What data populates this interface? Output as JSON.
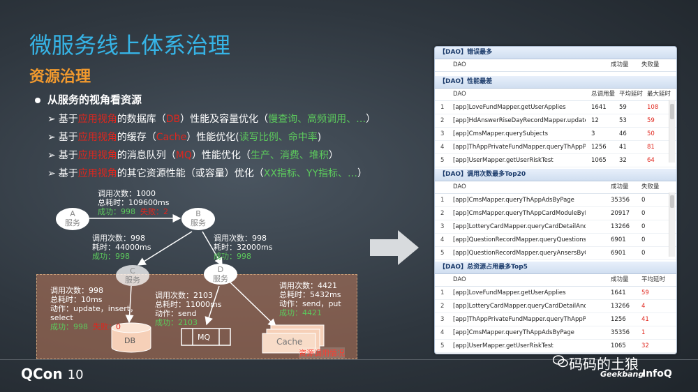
{
  "title": "微服务线上体系治理",
  "subtitle": "资源治理",
  "main_bullet": "从服务的视角看资源",
  "bullets": [
    {
      "a": "基于",
      "b": "应用视角",
      "c": "的数据库（",
      "d": "DB",
      "e": "）性能及容量优化（",
      "f": "慢查询、高频调用、…",
      "g": "）"
    },
    {
      "a": "基于",
      "b": "应用视角",
      "c": "的缓存（",
      "d": "Cache",
      "e": "）性能优化(",
      "f": "读写比例、命中率",
      "g": ")"
    },
    {
      "a": "基于",
      "b": "应用视角",
      "c": "的消息队列（",
      "d": "MQ",
      "e": "）性能优化（",
      "f": "生产、消费、堆积",
      "g": "）"
    },
    {
      "a": "基于",
      "b": "应用视角",
      "c": "的其它资源性能（或容量）优化（",
      "d": "",
      "e": "",
      "f": "XX指标、YY指标、…",
      "g": "）"
    }
  ],
  "diagram": {
    "nodeA": {
      "name": "A",
      "label": "服务"
    },
    "nodeB": {
      "name": "B",
      "label": "服务"
    },
    "nodeC": {
      "name": "C",
      "label": "服务"
    },
    "nodeD": {
      "name": "D",
      "label": "服务"
    },
    "ab": {
      "calls": "调用次数：1000",
      "time": "总耗时：109600ms",
      "ok": "成功：998",
      "fail": "失败：2"
    },
    "bc": {
      "calls": "调用次数：998",
      "time": "耗时：44000ms",
      "ok": "成功：998"
    },
    "bd": {
      "calls": "调用次数：998",
      "time": "耗时：32000ms",
      "ok": "成功：998"
    },
    "db": {
      "calls": "调用次数：998",
      "time": "总耗时：10ms",
      "action": "动作：update，insert，",
      "action2": "select",
      "ok": "成功：998",
      "fail": "失败：0",
      "label": "DB"
    },
    "mq": {
      "calls": "调用次数：2103",
      "time": "总耗时：11000ms",
      "action": "动作：send",
      "ok": "成功：2103",
      "label": "MQ"
    },
    "cache": {
      "calls": "调用次数：4421",
      "time": "总耗时：5432ms",
      "action": "动作：send，put",
      "ok": "成功：4421",
      "label": "Cache"
    },
    "res_label": "资源调用情况"
  },
  "panel": {
    "sec1": {
      "title": "【DAO】错误最多",
      "cols": [
        "DAO",
        "成功量",
        "失败量"
      ]
    },
    "sec2": {
      "title": "【DAO】性能最差",
      "cols": [
        "DAO",
        "总调用量",
        "平均延时",
        "最大延时"
      ],
      "rows": [
        [
          "1",
          "[app]LoveFundMapper.getUserApplies",
          "1641",
          "59",
          "108"
        ],
        [
          "2",
          "[app]HdAnswerRiseDayRecordMapper.updateH",
          "12",
          "53",
          "59"
        ],
        [
          "3",
          "[app]CmsMapper.querySubjects",
          "3",
          "46",
          "50"
        ],
        [
          "4",
          "[app]ThAppPrivateFundMapper.queryThAppPri",
          "1256",
          "41",
          "81"
        ],
        [
          "5",
          "[app]UserMapper.getUserRiskTest",
          "1065",
          "32",
          "64"
        ]
      ]
    },
    "sec3": {
      "title": "【DAO】调用次数最多Top20",
      "cols": [
        "DAO",
        "成功量",
        "失败量"
      ],
      "rows": [
        [
          "1",
          "[app]CmsMapper.queryThAppAdsByPage",
          "35356",
          "0"
        ],
        [
          "2",
          "[app]CmsMapper.queryThAppCardModuleByPage",
          "20917",
          "0"
        ],
        [
          "3",
          "[app]LotteryCardMapper.queryCardDetailAndConfig",
          "13266",
          "0"
        ],
        [
          "4",
          "[app]QuestionRecordMapper.queryQuestionsByPaper",
          "6901",
          "0"
        ],
        [
          "5",
          "[app]QuestionRecordMapper.queryAnsersByQuestion",
          "6901",
          "0"
        ]
      ]
    },
    "sec4": {
      "title": "【DAO】总资源占用最多Top5",
      "cols": [
        "DAO",
        "成功量",
        "平均延时"
      ],
      "rows": [
        [
          "1",
          "[app]LoveFundMapper.getUserApplies",
          "1641",
          "59"
        ],
        [
          "2",
          "[app]LotteryCardMapper.queryCardDetailAndConfig",
          "13266",
          "4"
        ],
        [
          "3",
          "[app]ThAppPrivateFundMapper.queryThAppPrivateFu",
          "1256",
          "41"
        ],
        [
          "4",
          "[app]CmsMapper.queryThAppAdsByPage",
          "35356",
          "1"
        ],
        [
          "5",
          "[app]UserMapper.getUserRiskTest",
          "1065",
          "32"
        ]
      ]
    }
  },
  "footer": {
    "logo": "QCon",
    "logo_num": "10",
    "watermark": "码码的土狼",
    "geek": "Geekbang",
    "infoq": "InfoQ"
  },
  "colors": {
    "title": "#36b4e6",
    "subtitle": "#f29a2e",
    "highlight_red": "#e0261d",
    "success_green": "#5cc95c"
  }
}
